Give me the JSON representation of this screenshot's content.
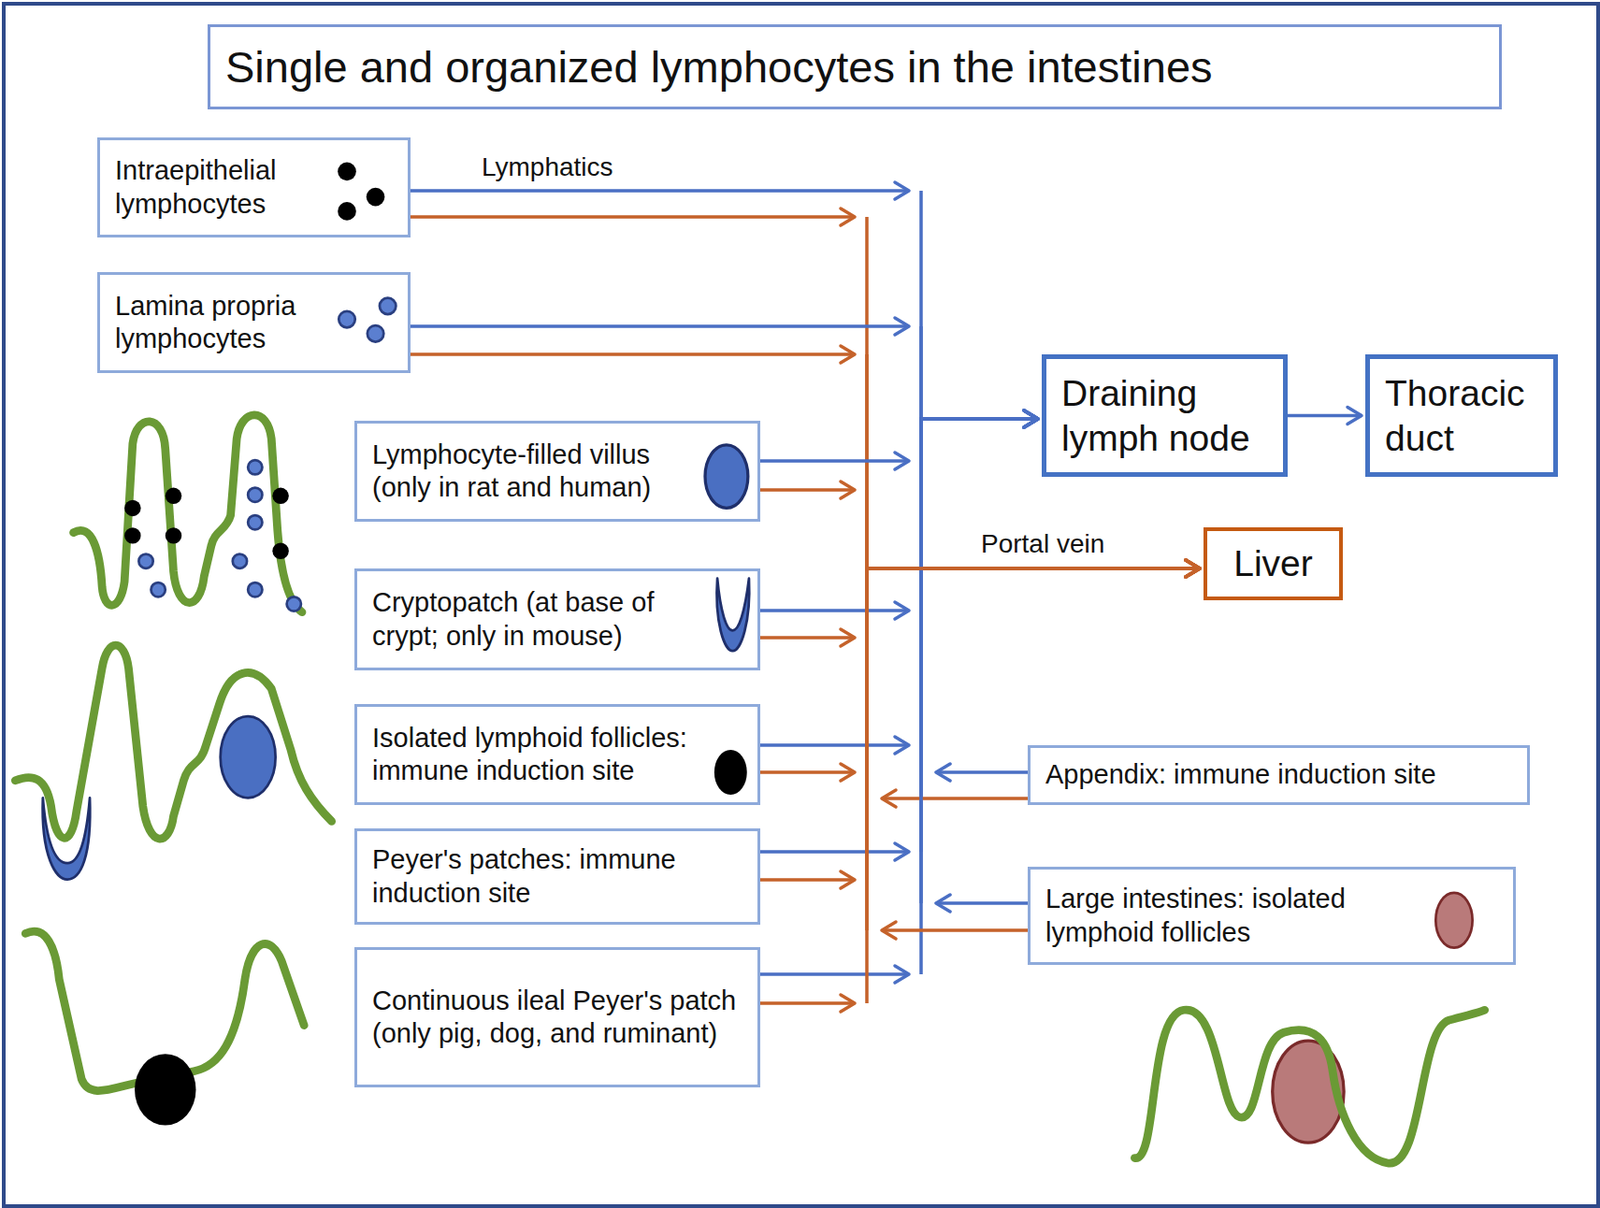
{
  "diagram": {
    "title": "Single and organized lymphocytes in the intestines",
    "nodes": [
      {
        "text": [
          "Intraepithelial lymphocytes"
        ]
      },
      {
        "text": [
          "Lamina propria lymphocytes"
        ]
      },
      {
        "text": [
          "Lymphocyte-filled villus (only in rat and human)"
        ]
      },
      {
        "text": [
          "Cryptopatch (at base of crypt; only in mouse)"
        ]
      },
      {
        "text": [
          "Isolated lymphoid follicles: immune induction site"
        ]
      },
      {
        "text": [
          "Peyer's patches: immune induction site"
        ]
      },
      {
        "text": [
          "Continuous ileal Peyer's patch (only pig, dog, and ruminant)"
        ]
      },
      {
        "text": [
          "Draining lymph node"
        ]
      },
      {
        "text": [
          "Thoracic duct"
        ]
      },
      {
        "text": [
          "Liver"
        ]
      },
      {
        "text": [
          "Appendix: immune induction site"
        ]
      },
      {
        "text": [
          "Large intestines: isolated lymphoid follicles"
        ]
      }
    ],
    "edges": [
      {
        "from": 0,
        "to": 7,
        "arrow": "to"
      },
      {
        "from": 0,
        "to": 9,
        "arrow": "to"
      },
      {
        "from": 1,
        "to": 7,
        "arrow": "to"
      },
      {
        "from": 1,
        "to": 9,
        "arrow": "to"
      },
      {
        "from": 2,
        "to": 7,
        "arrow": "to"
      },
      {
        "from": 2,
        "to": 9,
        "arrow": "to"
      },
      {
        "from": 3,
        "to": 7,
        "arrow": "to"
      },
      {
        "from": 3,
        "to": 9,
        "arrow": "to"
      },
      {
        "from": 4,
        "to": 7,
        "arrow": "to"
      },
      {
        "from": 4,
        "to": 9,
        "arrow": "to"
      },
      {
        "from": 5,
        "to": 7,
        "arrow": "to"
      },
      {
        "from": 5,
        "to": 9,
        "arrow": "to"
      },
      {
        "from": 6,
        "to": 7,
        "arrow": "to"
      },
      {
        "from": 6,
        "to": 9,
        "arrow": "to"
      },
      {
        "from": 7,
        "to": 8,
        "arrow": "to"
      },
      {
        "from": 10,
        "to": 7,
        "arrow": "to"
      },
      {
        "from": 10,
        "to": 9,
        "arrow": "to"
      },
      {
        "from": 11,
        "to": 7,
        "arrow": "to"
      },
      {
        "from": 11,
        "to": 9,
        "arrow": "to"
      }
    ],
    "labels": [
      "Lymphatics",
      "Portal vein"
    ]
  }
}
